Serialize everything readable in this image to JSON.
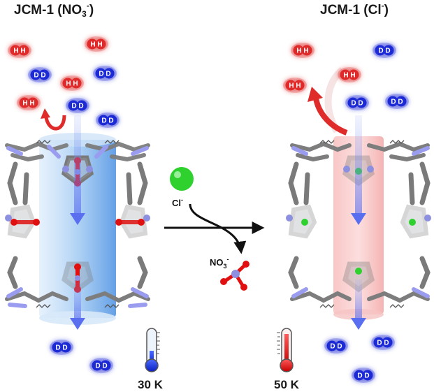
{
  "left": {
    "title_main": "JCM-1 (NO",
    "title_sub": "3",
    "title_sup": "-",
    "title_end": ")",
    "temperature": "30 K"
  },
  "right": {
    "title_main": "JCM-1 (Cl",
    "title_sup": "-",
    "title_end": ")",
    "temperature": "50 K"
  },
  "exchange": {
    "incoming": "Cl",
    "incoming_sup": "-",
    "outgoing": "NO",
    "outgoing_sub": "3",
    "outgoing_sup": "-"
  },
  "molecules": {
    "h2_label": "H H",
    "d2_label": "D D"
  },
  "colors": {
    "h2": "#e02b2b",
    "d2": "#1f2bd6",
    "left_channel": "#4a90e2",
    "right_channel": "#f08080",
    "framework": "#7a7a7a",
    "nitrogen": "#8d8fe0",
    "chloride": "#2fd12f",
    "oxygen": "#e01010",
    "arrow": "#111111"
  }
}
